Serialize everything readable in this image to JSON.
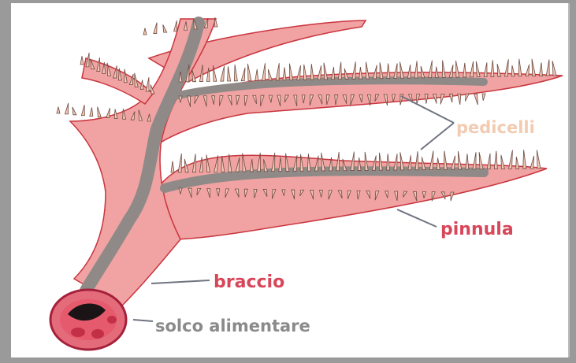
{
  "labels": {
    "pedicelli": "pedicelli",
    "pinnula": "pinnula",
    "braccio": "braccio",
    "solco_alimentare": "solco alimentare"
  },
  "colors": {
    "flesh": "#f1a3a3",
    "flesh_edge": "#c9353e",
    "groove": "#8f8a87",
    "pedicel": "#f2c8b6",
    "pedicel_line": "#6e4b42",
    "label_pedicelli": "#f2cbb1",
    "label_pinnula": "#d8465a",
    "label_braccio": "#d8465a",
    "label_solco": "#8a8a8a",
    "leader": "#6f7480"
  }
}
